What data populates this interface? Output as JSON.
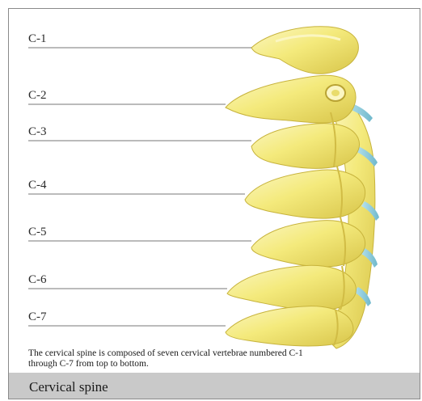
{
  "labels": [
    "C-1",
    "C-2",
    "C-3",
    "C-4",
    "C-5",
    "C-6",
    "C-7"
  ],
  "caption": "The cervical spine is composed of seven cervical vertebrae numbered C-1 through C-7 from top to bottom.",
  "footer_title": "Cervical spine",
  "colors": {
    "bone": "#f4ea7c",
    "bone_shadow": "#d8c54a",
    "bone_highlight": "#fbf6c2",
    "disc": "#8ecfe0",
    "leader_line": "#4a4a4a",
    "footer_bg": "#c9c9c9"
  }
}
